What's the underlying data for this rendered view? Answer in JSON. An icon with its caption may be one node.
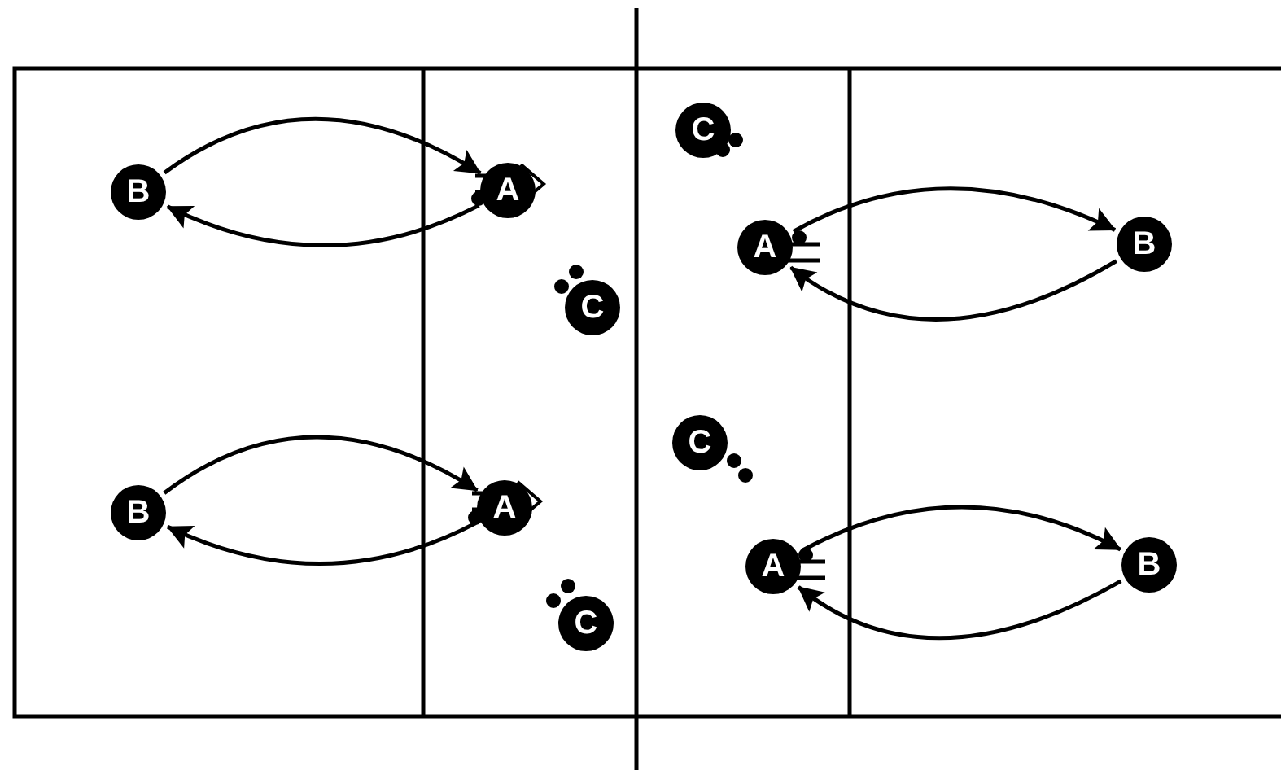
{
  "diagram": {
    "nodes": [
      {
        "text": [
          "C"
        ]
      },
      {
        "text": [
          "B"
        ]
      },
      {
        "text": [
          "A"
        ]
      },
      {
        "text": [
          "A"
        ]
      },
      {
        "text": [
          "B"
        ]
      },
      {
        "text": [
          "C"
        ]
      },
      {
        "text": [
          "C"
        ]
      },
      {
        "text": [
          "B"
        ]
      },
      {
        "text": [
          "A"
        ]
      },
      {
        "text": [
          "A"
        ]
      },
      {
        "text": [
          "B"
        ]
      },
      {
        "text": [
          "C"
        ]
      }
    ],
    "edges": [
      {
        "from": 1,
        "to": 2,
        "arrow": "to"
      },
      {
        "from": 2,
        "to": 1,
        "arrow": "to"
      },
      {
        "from": 3,
        "to": 4,
        "arrow": "to"
      },
      {
        "from": 4,
        "to": 3,
        "arrow": "to"
      },
      {
        "from": 7,
        "to": 8,
        "arrow": "to"
      },
      {
        "from": 8,
        "to": 7,
        "arrow": "to"
      },
      {
        "from": 9,
        "to": 10,
        "arrow": "to"
      },
      {
        "from": 10,
        "to": 9,
        "arrow": "to"
      }
    ]
  }
}
